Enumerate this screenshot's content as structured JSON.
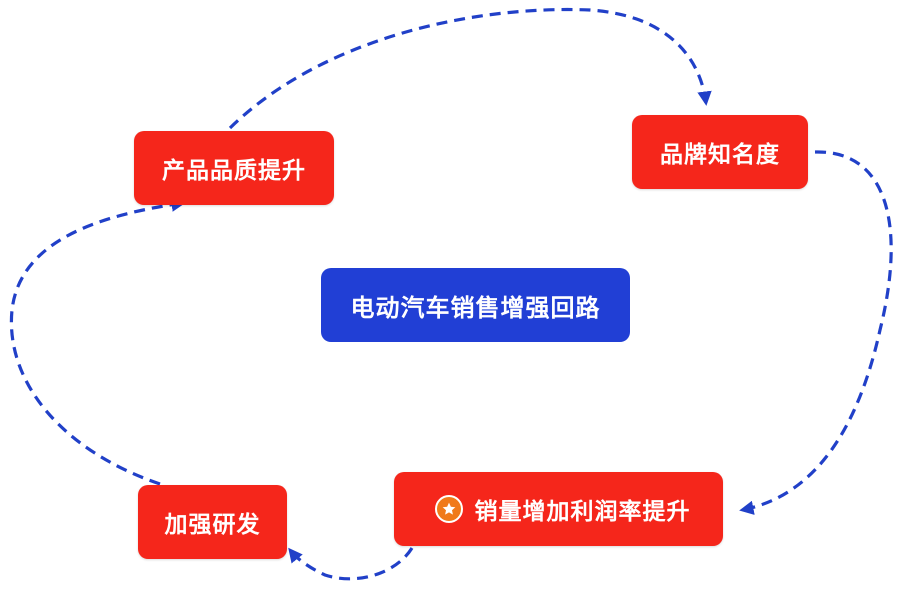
{
  "title": "电动汽车销售增强回路",
  "nodes": {
    "quality": "产品品质提升",
    "brand": "品牌知名度",
    "sales": "销量增加利润率提升",
    "rnd": "加强研发"
  },
  "colors": {
    "node_red": "#f5261b",
    "center_blue": "#213fd5",
    "arrow_blue": "#2140c8",
    "badge_orange": "#f07a1a"
  },
  "icons": {
    "sales_badge": "star-icon"
  }
}
